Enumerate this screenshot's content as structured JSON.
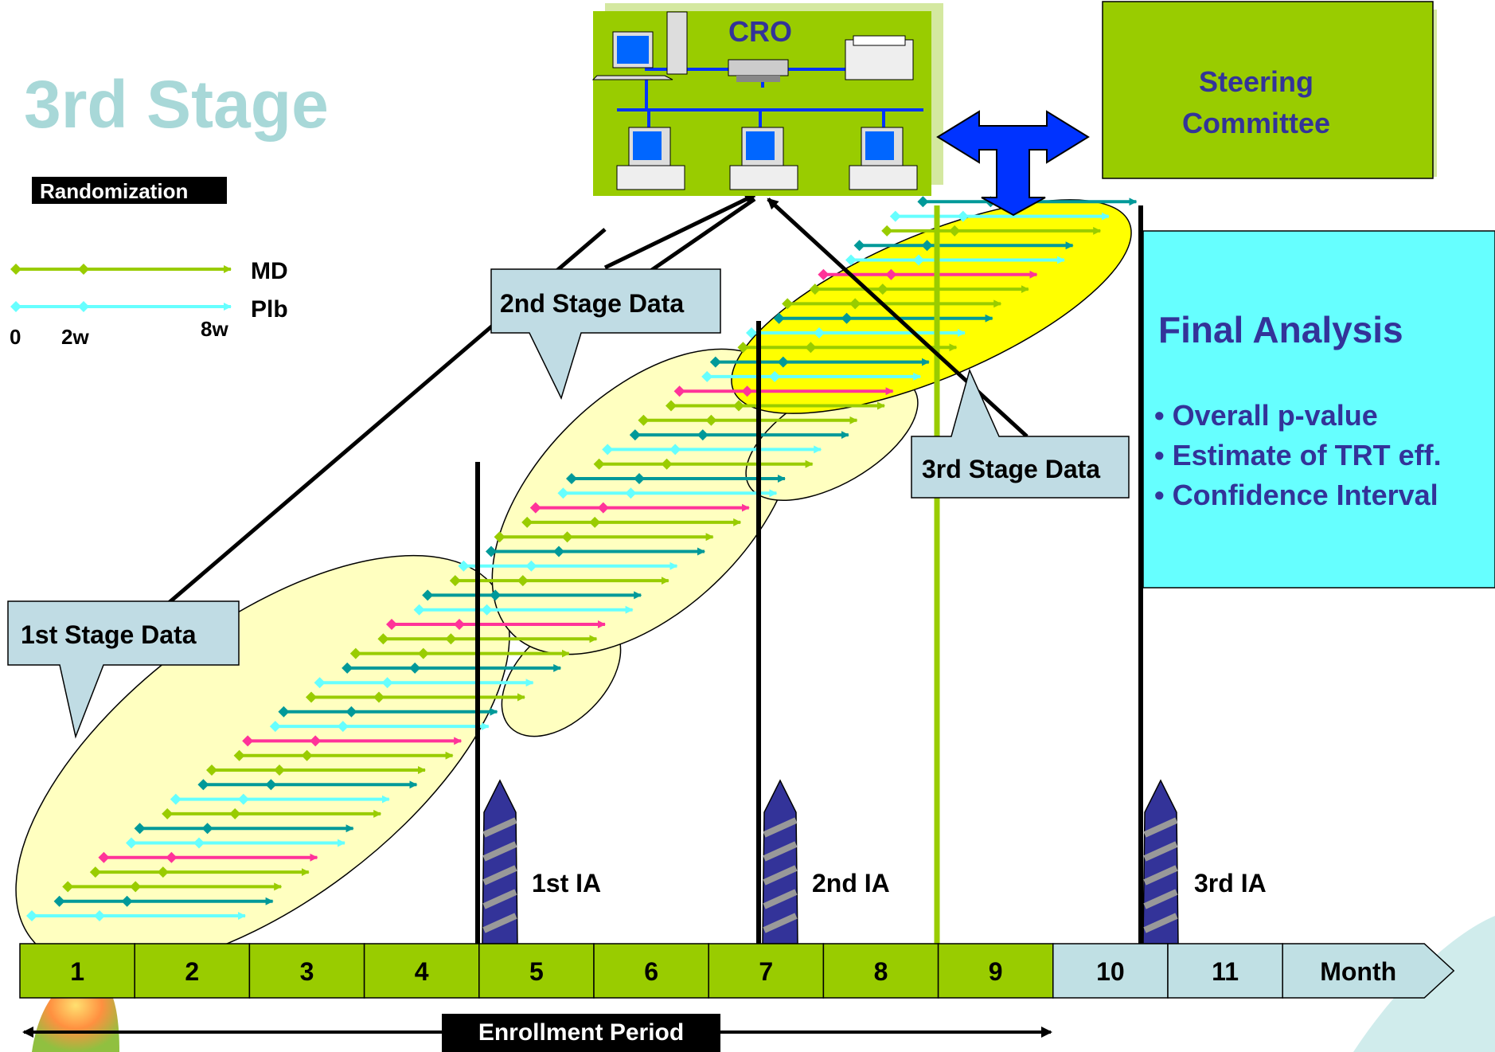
{
  "title": "3rd Stage",
  "legend": {
    "randomization": "Randomization",
    "md": "MD",
    "plb": "Plb",
    "t0": "0",
    "t2": "2w",
    "t8": "8w"
  },
  "cro": "CRO",
  "steering": [
    "Steering",
    "Committee"
  ],
  "callouts": {
    "stage1": "1st Stage Data",
    "stage2": "2nd Stage Data",
    "stage3": "3rd Stage Data"
  },
  "final": {
    "title": "Final Analysis",
    "bullets": [
      "• Overall p-value",
      "• Estimate of TRT eff.",
      "• Confidence Interval"
    ]
  },
  "ia_labels": [
    "1st IA",
    "2nd IA",
    "3rd IA"
  ],
  "months": [
    "1",
    "2",
    "3",
    "4",
    "5",
    "6",
    "7",
    "8",
    "9",
    "10",
    "11"
  ],
  "month_unit": "Month",
  "enrollment": "Enrollment Period",
  "colors": {
    "title": "#a8d8d8",
    "green": "#99cc00",
    "md": "#99cc00",
    "plb": "#66ffff",
    "pink": "#ff3399",
    "teal": "#009999",
    "ellipse": "#ffffc0",
    "ellipse_hi": "#ffff00",
    "final_bg": "#66ffff",
    "final_text": "#333399",
    "callout_bg": "#c0dce4",
    "month_light": "#c0e0e4",
    "arrow_blue": "#0033ff",
    "screw": "#333399"
  }
}
